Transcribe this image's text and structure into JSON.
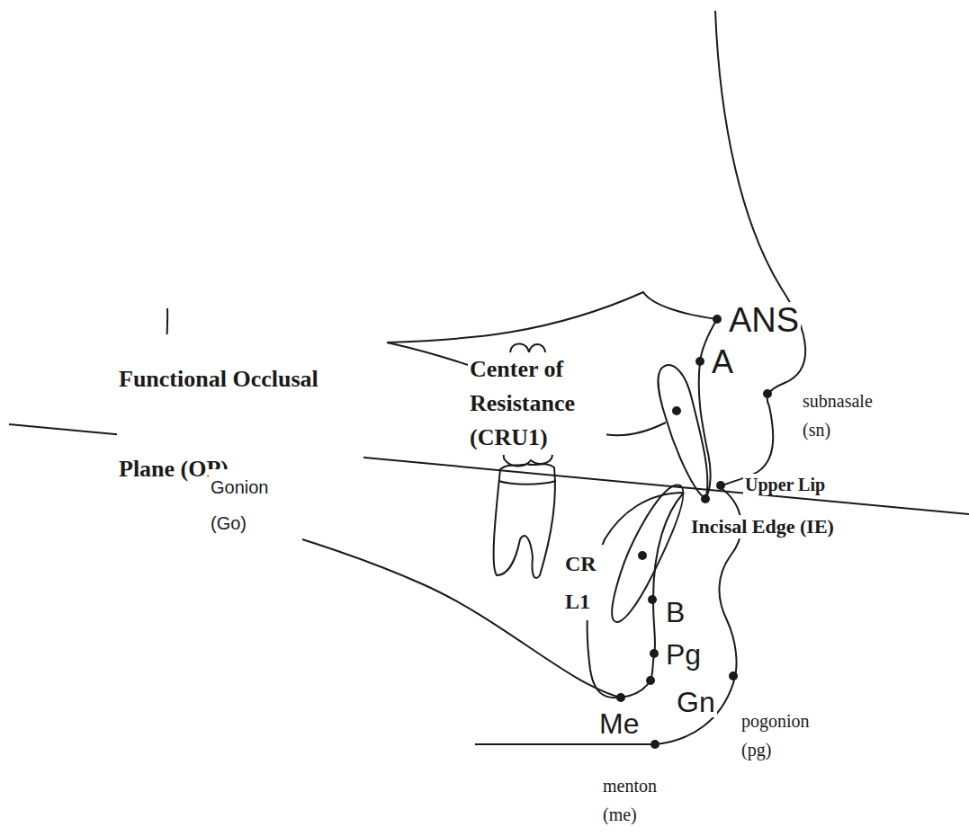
{
  "diagram": {
    "labels": [
      "Functional Occlusal Plane (OP)",
      "Center of Resistance (CRU1)",
      "ANS",
      "A",
      "subnasale (sn)",
      "Upper Lip",
      "Incisal Edge (IE)",
      "Gonion (Go)",
      "CR L1",
      "B",
      "Pg",
      "Gn",
      "Me",
      "pogonion (pg)",
      "menton (me)"
    ]
  }
}
